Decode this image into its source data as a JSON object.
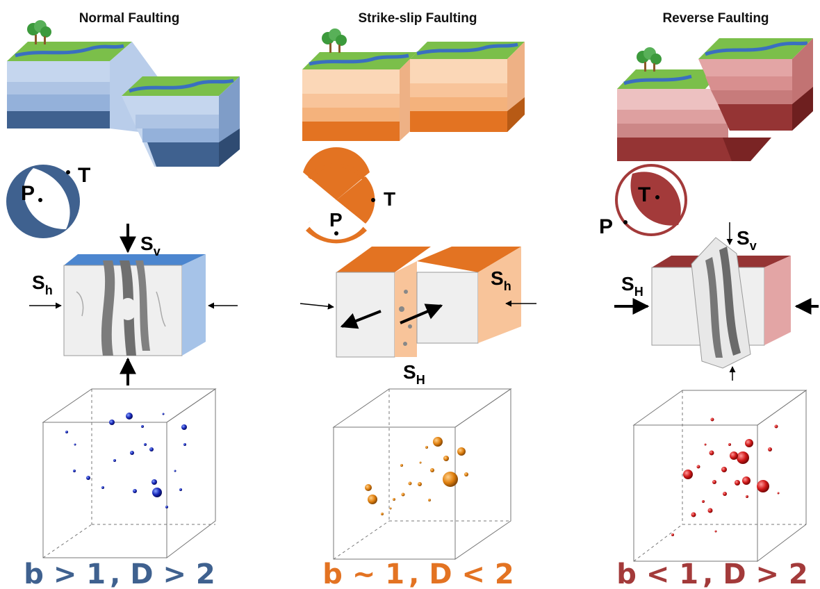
{
  "columns": [
    {
      "title": "Normal Faulting",
      "color": "#3f618f",
      "beach_labels": {
        "p": "P",
        "t": "T"
      },
      "stress_labels": {
        "vertical": "S",
        "vertical_sub": "v",
        "horizontal": "S",
        "horizontal_sub": "h"
      },
      "stats": {
        "b": "b > 1",
        "d": "D > 2"
      }
    },
    {
      "title": "Strike-slip Faulting",
      "color": "#e37322",
      "beach_labels": {
        "p": "P",
        "t": "T"
      },
      "stress_labels": {
        "horizontal": "S",
        "horizontal_sub": "h",
        "max": "S",
        "max_sub": "H"
      },
      "stats": {
        "b": "b ~ 1",
        "d": "D < 2"
      }
    },
    {
      "title": "Reverse Faulting",
      "color": "#a33a3a",
      "beach_labels": {
        "p": "P",
        "t": "T"
      },
      "stress_labels": {
        "vertical": "S",
        "vertical_sub": "v",
        "max": "S",
        "max_sub": "H"
      },
      "stats": {
        "b": "b < 1",
        "d": "D > 2"
      }
    }
  ],
  "separator": ","
}
